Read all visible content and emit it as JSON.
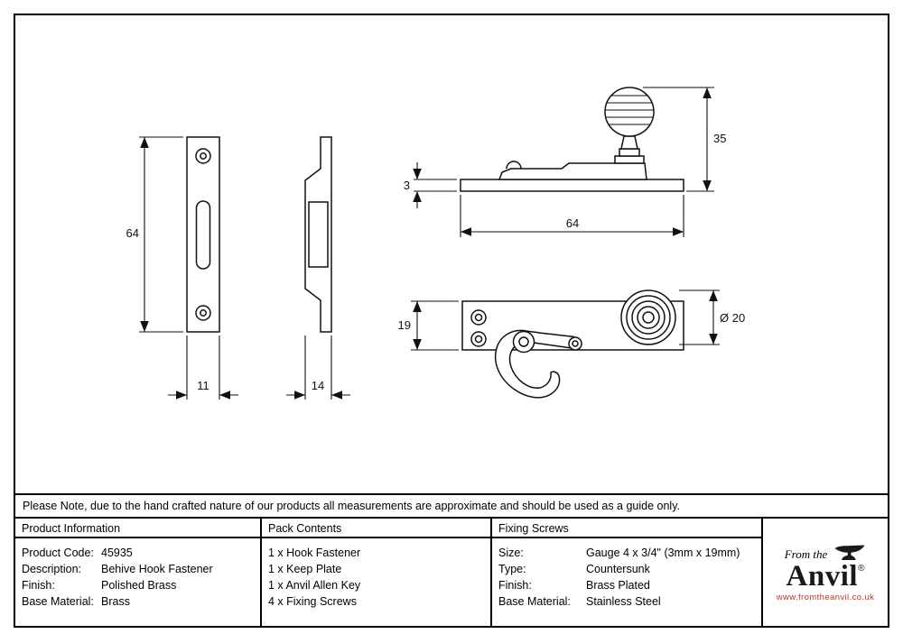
{
  "note": "Please Note, due to the hand crafted nature of our products all measurements are approximate and should be used as a guide only.",
  "dimensions": {
    "keep_height": "64",
    "keep_width": "11",
    "keep_depth": "14",
    "fastener_height": "35",
    "plate_thickness": "3",
    "fastener_length": "64",
    "plate_height": "19",
    "knob_diameter": "Ø 20"
  },
  "table": {
    "product_information": {
      "header": "Product Information",
      "rows": [
        {
          "label": "Product Code:",
          "value": "45935"
        },
        {
          "label": "Description:",
          "value": "Behive Hook Fastener"
        },
        {
          "label": "Finish:",
          "value": "Polished Brass"
        },
        {
          "label": "Base Material:",
          "value": "Brass"
        }
      ]
    },
    "pack_contents": {
      "header": "Pack Contents",
      "items": [
        "1 x Hook Fastener",
        "1 x Keep Plate",
        "1 x Anvil Allen Key",
        "4 x Fixing Screws"
      ]
    },
    "fixing_screws": {
      "header": "Fixing Screws",
      "rows": [
        {
          "label": "Size:",
          "value": "Gauge 4 x 3/4\" (3mm x 19mm)"
        },
        {
          "label": "Type:",
          "value": "Countersunk"
        },
        {
          "label": "Finish:",
          "value": "Brass Plated"
        },
        {
          "label": "Base Material:",
          "value": "Stainless Steel"
        }
      ]
    }
  },
  "logo": {
    "tagline": "From the",
    "name": "Anvil",
    "registered": "®",
    "website": "www.fromtheanvil.co.uk",
    "colors": {
      "website_text": "#a04030",
      "logo_text": "#1a1a1a"
    }
  }
}
